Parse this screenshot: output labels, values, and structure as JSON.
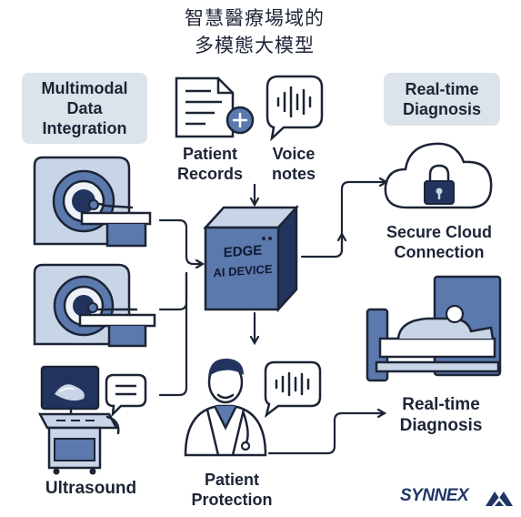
{
  "title": {
    "line1": "智慧醫療場域的",
    "line2": "多模態大模型"
  },
  "labels": {
    "multimodal": [
      "Multimodal",
      "Data",
      "Integration"
    ],
    "realtime_tag": [
      "Real-time",
      "Diagnosis"
    ],
    "patient_records": [
      "Patient",
      "Records"
    ],
    "voice_notes": [
      "Voice",
      "notes"
    ],
    "secure_cloud": [
      "Secure Cloud",
      "Connection"
    ],
    "realtime_diagnosis": [
      "Real-time",
      "Diagnosis"
    ],
    "ultrasound": "Ultrasound",
    "patient_protection": [
      "Patient",
      "Protection"
    ]
  },
  "device": {
    "line1": "EDGE",
    "line2": "AI DEVICE"
  },
  "brand": "SYNNEX",
  "colors": {
    "navy": "#22335e",
    "blue": "#5b79ad",
    "lightblue": "#c8d5e6",
    "tag": "#dde3ea",
    "ink": "#1c2436"
  },
  "icons": [
    "mri-scanner-icon",
    "ct-scanner-icon",
    "ultrasound-machine-icon",
    "document-icon",
    "voice-bubble-icon",
    "cloud-lock-icon",
    "hospital-bed-icon",
    "doctor-icon",
    "chat-bubble-icon"
  ]
}
